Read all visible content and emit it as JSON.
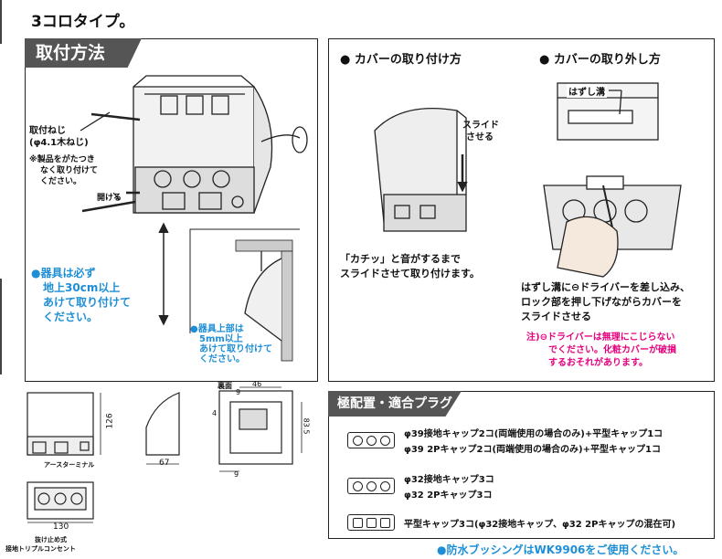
{
  "title": "3コロタイプ。",
  "install": {
    "header": "取付方法",
    "screw_label_1": "取付ねじ",
    "screw_label_2": "(φ4.1木ねじ)",
    "note_1": "※製品をがたつき",
    "note_2": "なく取り付けて",
    "note_3": "ください。",
    "open_label": "開ける",
    "height_note_1": "●器具は必ず",
    "height_note_2": "地上30cm以上",
    "height_note_3": "あけて取り付けて",
    "height_note_4": "ください。",
    "top_note_1": "●器具上部は",
    "top_note_2": "5mm以上",
    "top_note_3": "あけて取り付けて",
    "top_note_4": "ください。"
  },
  "cover": {
    "attach_title": "● カバーの取り付け方",
    "remove_title": "● カバーの取り外し方",
    "slide_label_1": "スライド",
    "slide_label_2": "させる",
    "groove_label": "はずし溝",
    "attach_desc_1": "「カチッ」と音がするまで",
    "attach_desc_2": "スライドさせて取り付けます。",
    "remove_desc_1": "はずし溝に⊖ドライバーを差し込み、",
    "remove_desc_2": "ロック部を押し下げながらカバーを",
    "remove_desc_3": "スライドさせる",
    "caution_1": "注)⊖ドライバーは無理にこじらない",
    "caution_2": "でください。化粧カバーが破損",
    "caution_3": "するおそれがあります。"
  },
  "dims": {
    "d126": "126",
    "d67": "67",
    "d130": "130",
    "back_label": "裏面",
    "d46": "46",
    "d9a": "9",
    "d4": "4",
    "d835": "83.5",
    "d9b": "9",
    "earth_label": "アースターミナル",
    "outlet_label_1": "抜け止め式",
    "outlet_label_2": "接地トリプルコンセント"
  },
  "plugs": {
    "header": "極配置・適合プラグ",
    "row1_line1": "φ39接地キャップ2コ(両端使用の場合のみ)+平型キャップ1コ",
    "row1_line2": "φ39 2Pキャップ2コ(両端使用の場合のみ)+平型キャップ1コ",
    "row2_line1": "φ32接地キャップ3コ",
    "row2_line2": "φ32 2Pキャップ3コ",
    "row3_line1": "平型キャップ3コ(φ32接地キャップ、φ32 2Pキャップの混在可)"
  },
  "footer_note": "●防水ブッシングはWK9906をご使用ください。"
}
